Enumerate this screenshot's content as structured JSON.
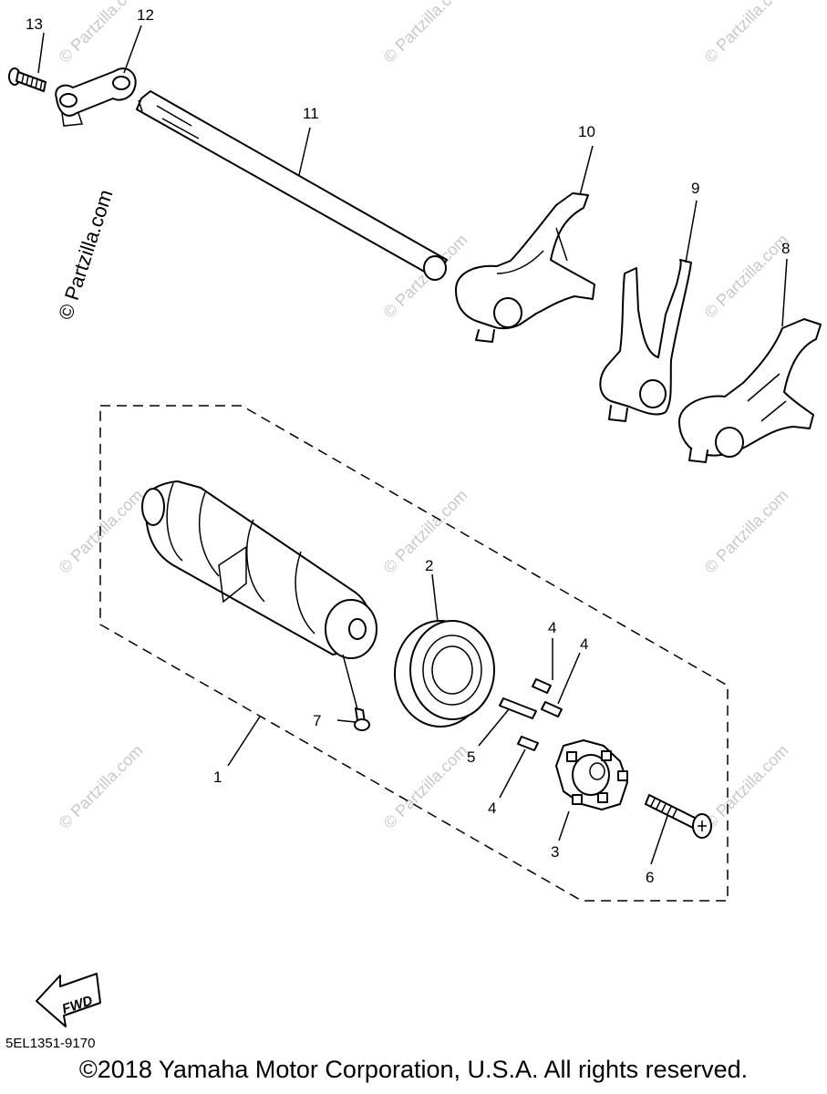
{
  "watermark": "© Partzilla.com",
  "callouts": {
    "c1": "1",
    "c2": "2",
    "c3": "3",
    "c4a": "4",
    "c4b": "4",
    "c4c": "4",
    "c5": "5",
    "c6": "6",
    "c7": "7",
    "c8": "8",
    "c9": "9",
    "c10": "10",
    "c11": "11",
    "c12": "12",
    "c13": "13"
  },
  "fwd_label": "FWD",
  "diagram_code": "5EL1351-9170",
  "copyright": "©2018 Yamaha Motor Corporation, U.S.A. All rights reserved."
}
